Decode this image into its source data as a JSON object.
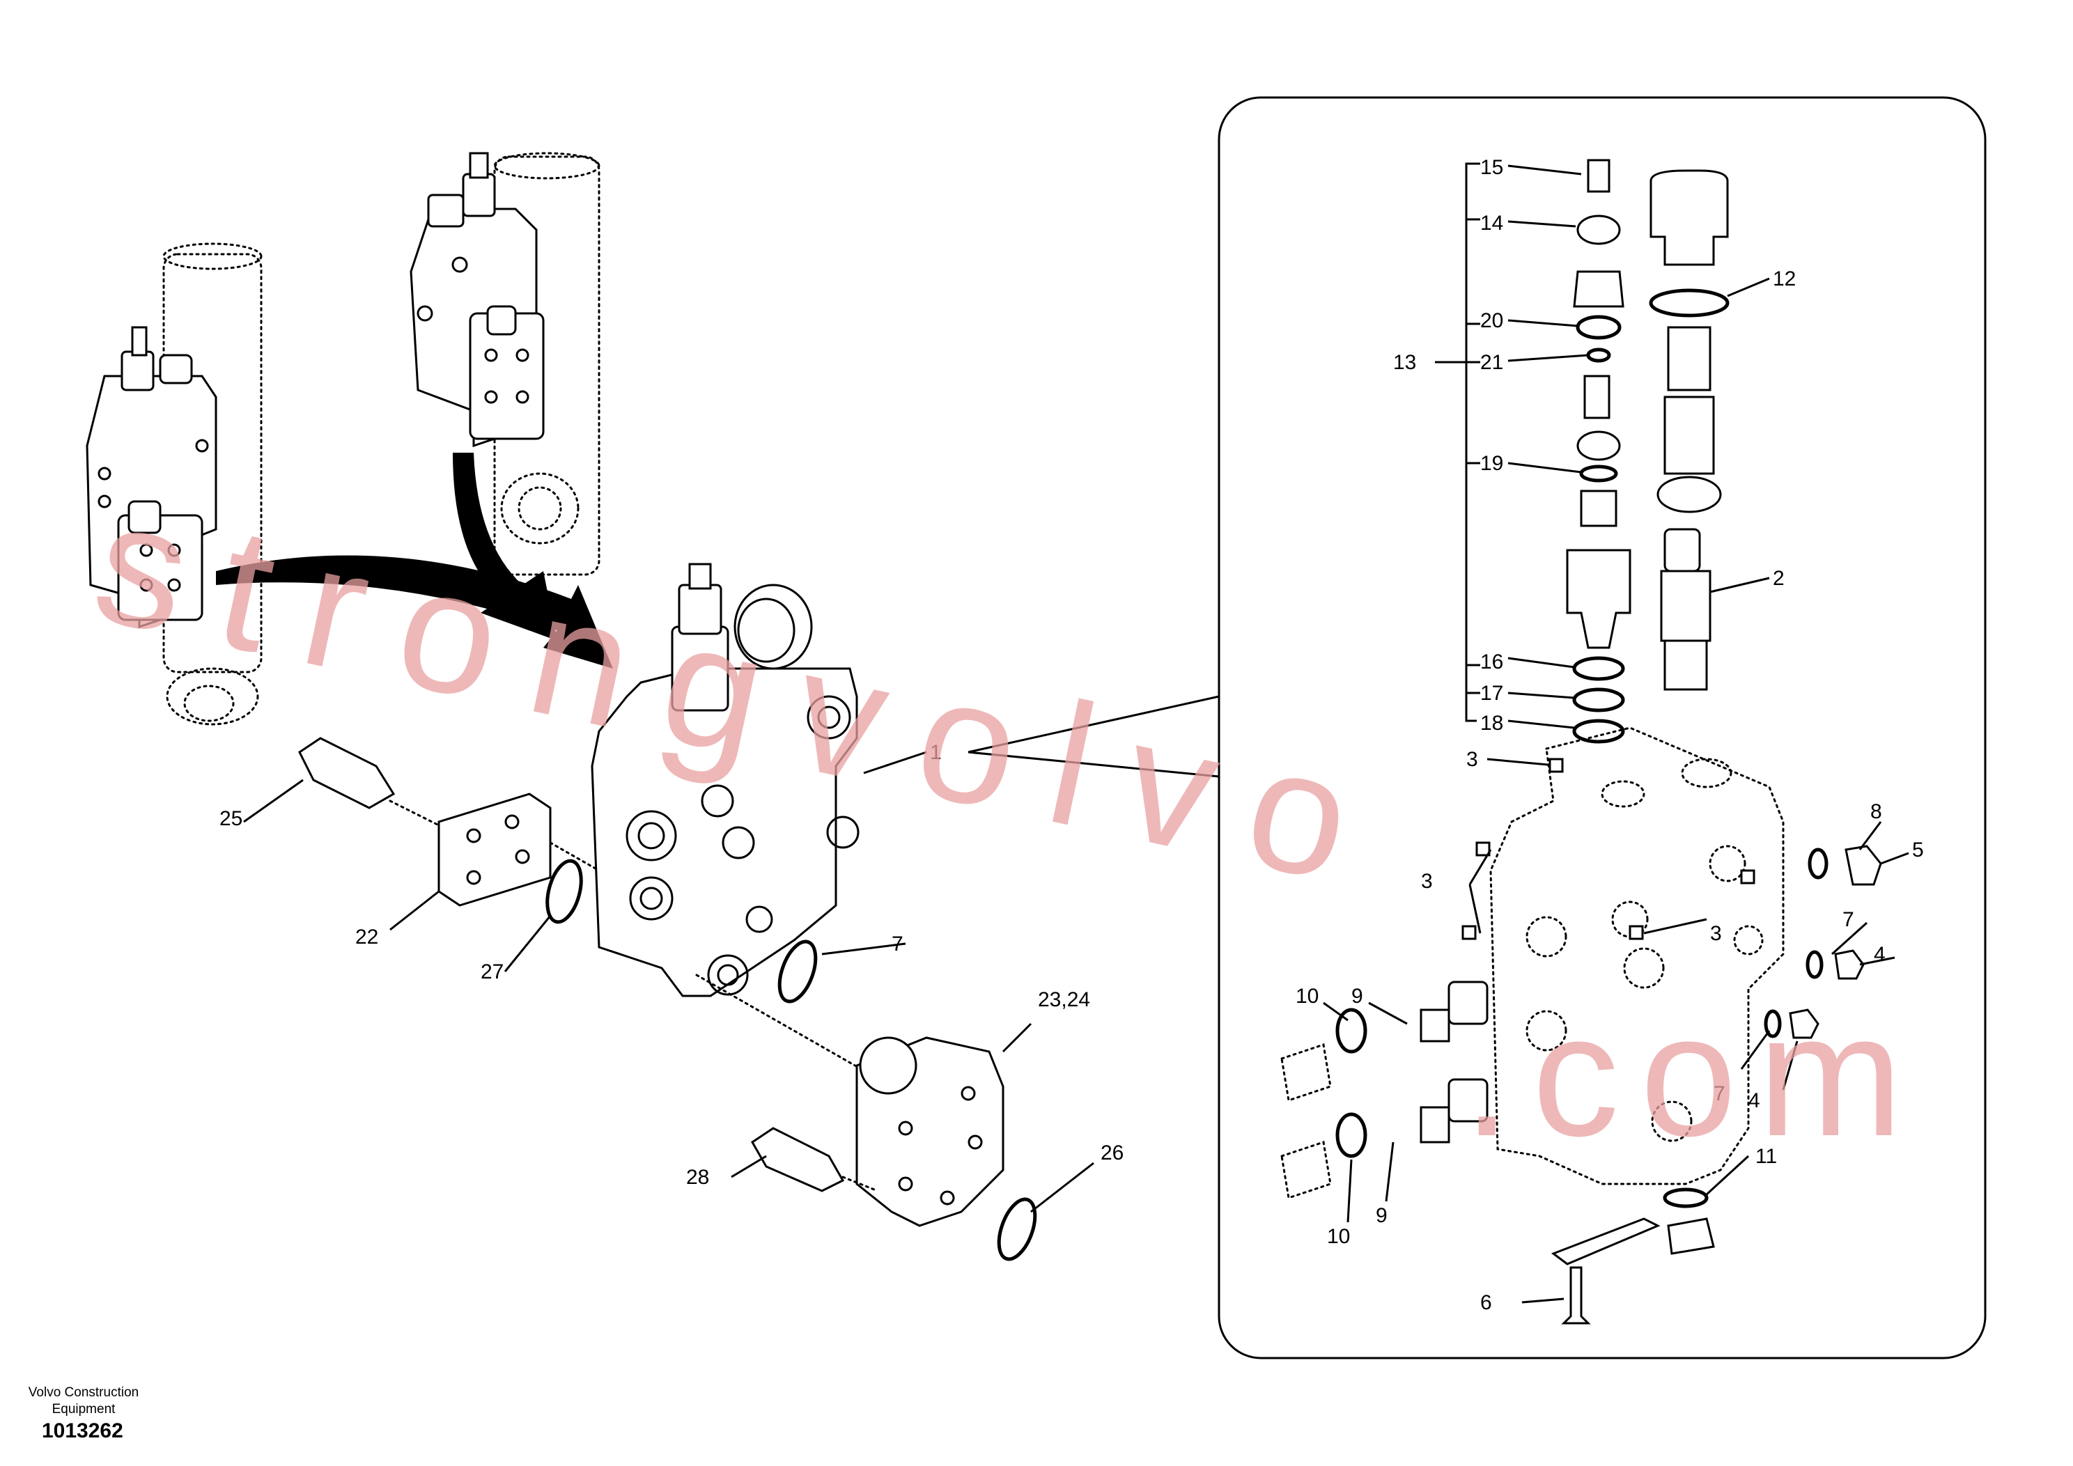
{
  "diagram": {
    "callouts": {
      "c1": "1",
      "c2": "2",
      "c3a": "3",
      "c3b": "3",
      "c3c": "3",
      "c4a": "4",
      "c4b": "4",
      "c5": "5",
      "c6": "6",
      "c7a": "7",
      "c7b": "7",
      "c7c": "7",
      "c8": "8",
      "c9a": "9",
      "c9b": "9",
      "c10a": "10",
      "c10b": "10",
      "c11": "11",
      "c12": "12",
      "c13": "13",
      "c14": "14",
      "c15": "15",
      "c16": "16",
      "c17": "17",
      "c18": "18",
      "c19": "19",
      "c20": "20",
      "c21": "21",
      "c22": "22",
      "c2324": "23,24",
      "c25": "25",
      "c26": "26",
      "c27": "27",
      "c28": "28"
    }
  },
  "footer": {
    "company_line1": "Volvo Construction",
    "company_line2": "Equipment",
    "drawing_number": "1013262"
  },
  "watermark": {
    "text_left": "strongvolvo",
    "text_right": ".com",
    "color": "#e8a0a0"
  }
}
